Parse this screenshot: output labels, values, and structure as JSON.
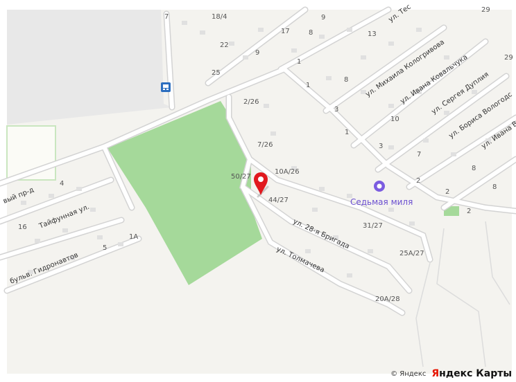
{
  "map": {
    "colors": {
      "land": "#f4f3ef",
      "road": "#ffffff",
      "road_edge": "#d6d6d6",
      "park": "#a5d99a",
      "water": "#e8e8e8",
      "building": "#e0e0e0",
      "poi": "#6b4fd0",
      "pin": "#e1191e"
    },
    "street_labels": [
      {
        "id": "ul-tes",
        "text": "ул. Тес"
      },
      {
        "id": "ul-koloriva",
        "text": "ул. Михаила Кологривова"
      },
      {
        "id": "ul-kovalchuka",
        "text": "ул. Ивана Ковальчука"
      },
      {
        "id": "ul-dupliya",
        "text": "ул. Сергея Дуплия"
      },
      {
        "id": "ul-vologod",
        "text": "ул. Бориса Вологодс"
      },
      {
        "id": "ul-ivana",
        "text": "ул. Ивана В"
      },
      {
        "id": "taifun",
        "text": "Тайфунная ул."
      },
      {
        "id": "gidro",
        "text": "бульв. Гидронавтов"
      },
      {
        "id": "prd",
        "text": "вый пр-д"
      },
      {
        "id": "brigada",
        "text": "ул. 28-я Бригада"
      },
      {
        "id": "tolmach",
        "text": "ул. Толмачева"
      }
    ],
    "house_numbers": [
      "7",
      "18/4",
      "17",
      "8",
      "9",
      "13",
      "29",
      "22",
      "9",
      "25",
      "1",
      "1",
      "8",
      "3",
      "10",
      "1",
      "3",
      "7",
      "29",
      "2/26",
      "7/26",
      "10А/26",
      "50/27",
      "44/27",
      "31/27",
      "25А/27",
      "20А/28",
      "4",
      "16",
      "5",
      "1А",
      "8",
      "2",
      "2",
      "8",
      "2"
    ],
    "poi": {
      "name": "Седьмая миля"
    },
    "pin": {
      "icon": "location-pin-icon"
    },
    "bus_stop": {
      "icon": "bus-stop-icon"
    }
  },
  "attribution": {
    "copyright": "© Яндекс",
    "brand_prefix": "Я",
    "brand_rest": "ндекс Карты"
  }
}
